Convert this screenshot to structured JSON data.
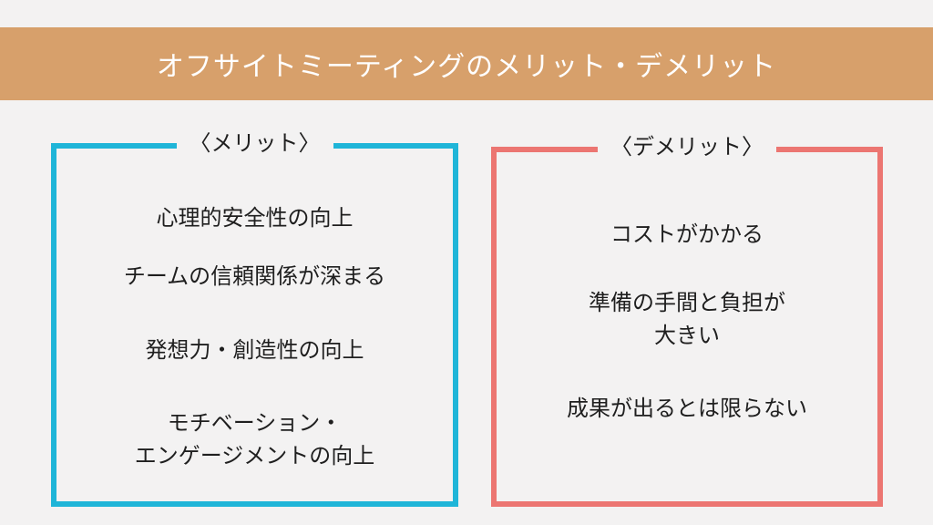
{
  "banner": {
    "title": "オフサイトミーティングのメリット・デメリット",
    "color": "#d7a06b"
  },
  "merits": {
    "heading": "〈メリット〉",
    "border_color": "#1fb5d8",
    "items": [
      "心理的安全性の向上",
      "チームの信頼関係が深まる",
      "発想力・創造性の向上",
      "モチベーション・\nエンゲージメントの向上"
    ]
  },
  "demerits": {
    "heading": "〈デメリット〉",
    "border_color": "#ec7672",
    "items": [
      "コストがかかる",
      "準備の手間と負担が\n大きい",
      "成果が出るとは限らない"
    ]
  }
}
